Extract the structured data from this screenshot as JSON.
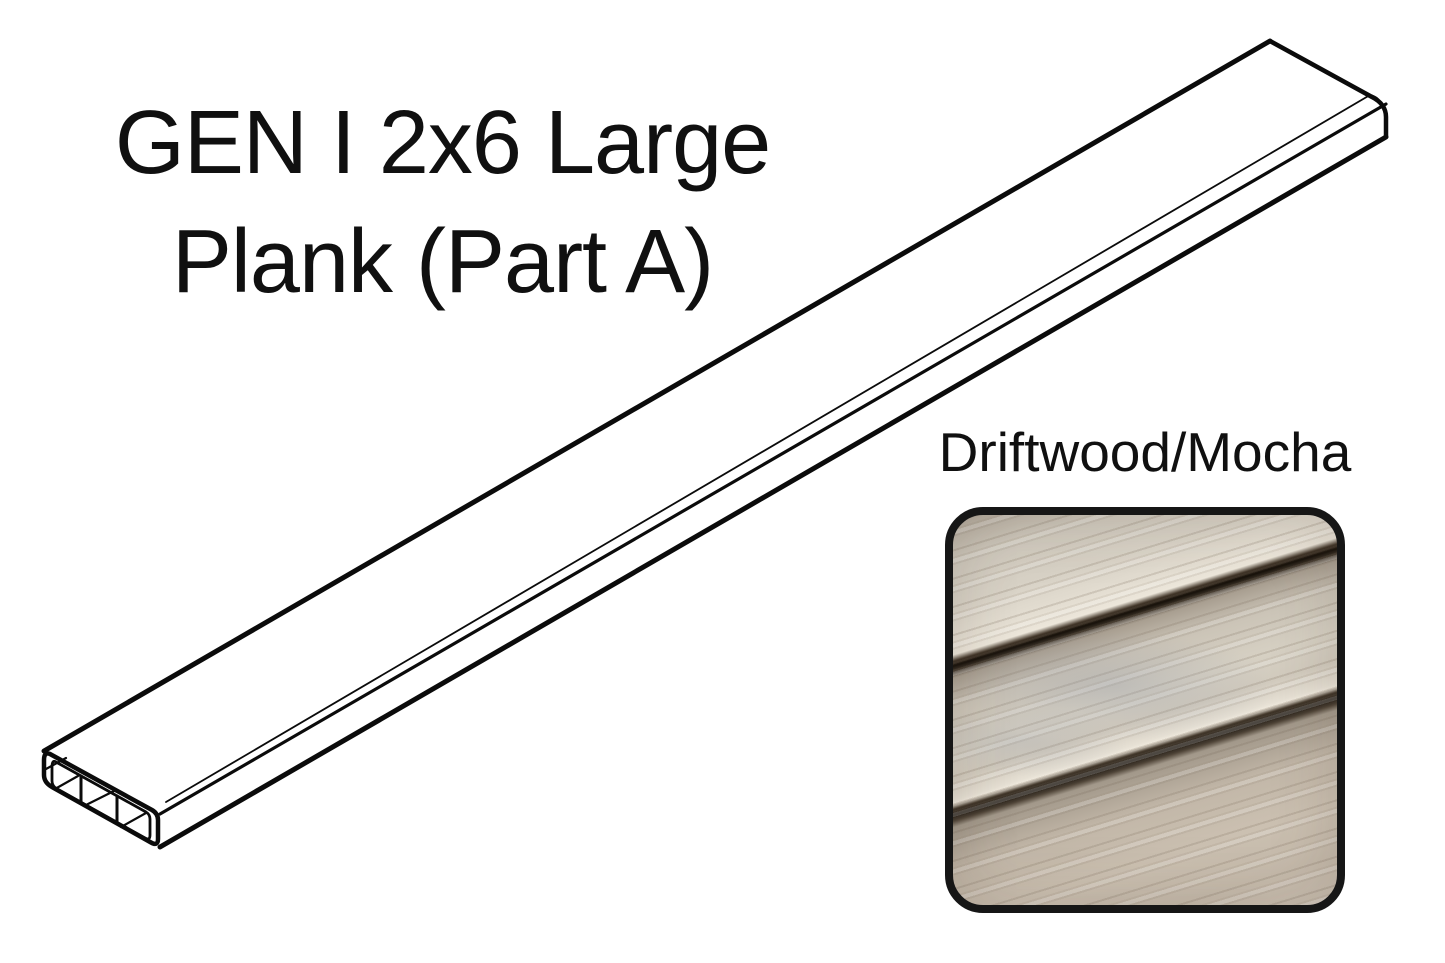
{
  "page": {
    "background_color": "#ffffff"
  },
  "product": {
    "title_line1": "GEN I 2x6 Large",
    "title_line2": "Plank (Part A)"
  },
  "swatch": {
    "label": "Driftwood/Mocha",
    "border_color": "#161616",
    "board_base_color": "#d2cabd",
    "board_highlight_color": "#ece6da",
    "board_shadow_color": "#a2988a",
    "gap_color": "#1d1710",
    "blue_streak_color": "#8d95a4",
    "boards_visible": 3
  },
  "diagram": {
    "description": "Isometric black outline drawing of a hollow extruded 2x6 plank",
    "line_color": "#0b0b0b",
    "internal_ribs": 2,
    "internal_cells": 3
  }
}
